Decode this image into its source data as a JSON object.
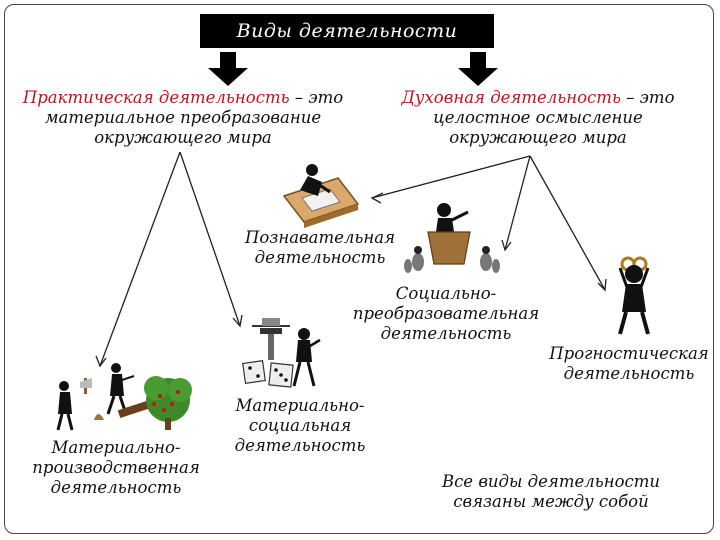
{
  "title": "Виды деятельности",
  "practical": {
    "term": "Практическая деятельность",
    "dash": " – это",
    "line2": "материальное преобразование",
    "line3": "окружающего мира"
  },
  "spiritual": {
    "term": "Духовная деятельность",
    "dash": " – это",
    "line2": "целостное осмысление",
    "line3": "окружающего мира"
  },
  "cognitive": {
    "line1": "Познавательная",
    "line2": "деятельность"
  },
  "social_transform": {
    "line1": "Социально-",
    "line2": "преобразовательная",
    "line3": "деятельность"
  },
  "prognostic": {
    "line1": "Прогностическая",
    "line2": "деятельность"
  },
  "material_production": {
    "line1": "Материально-",
    "line2": "производственная",
    "line3": "деятельность"
  },
  "material_social": {
    "line1": "Материально-",
    "line2": "социальная",
    "line3": "деятельность"
  },
  "conclusion": {
    "line1": "Все виды деятельности",
    "line2": "связаны между собой"
  },
  "colors": {
    "accent": "#c0141c",
    "title_bg": "#000000"
  }
}
